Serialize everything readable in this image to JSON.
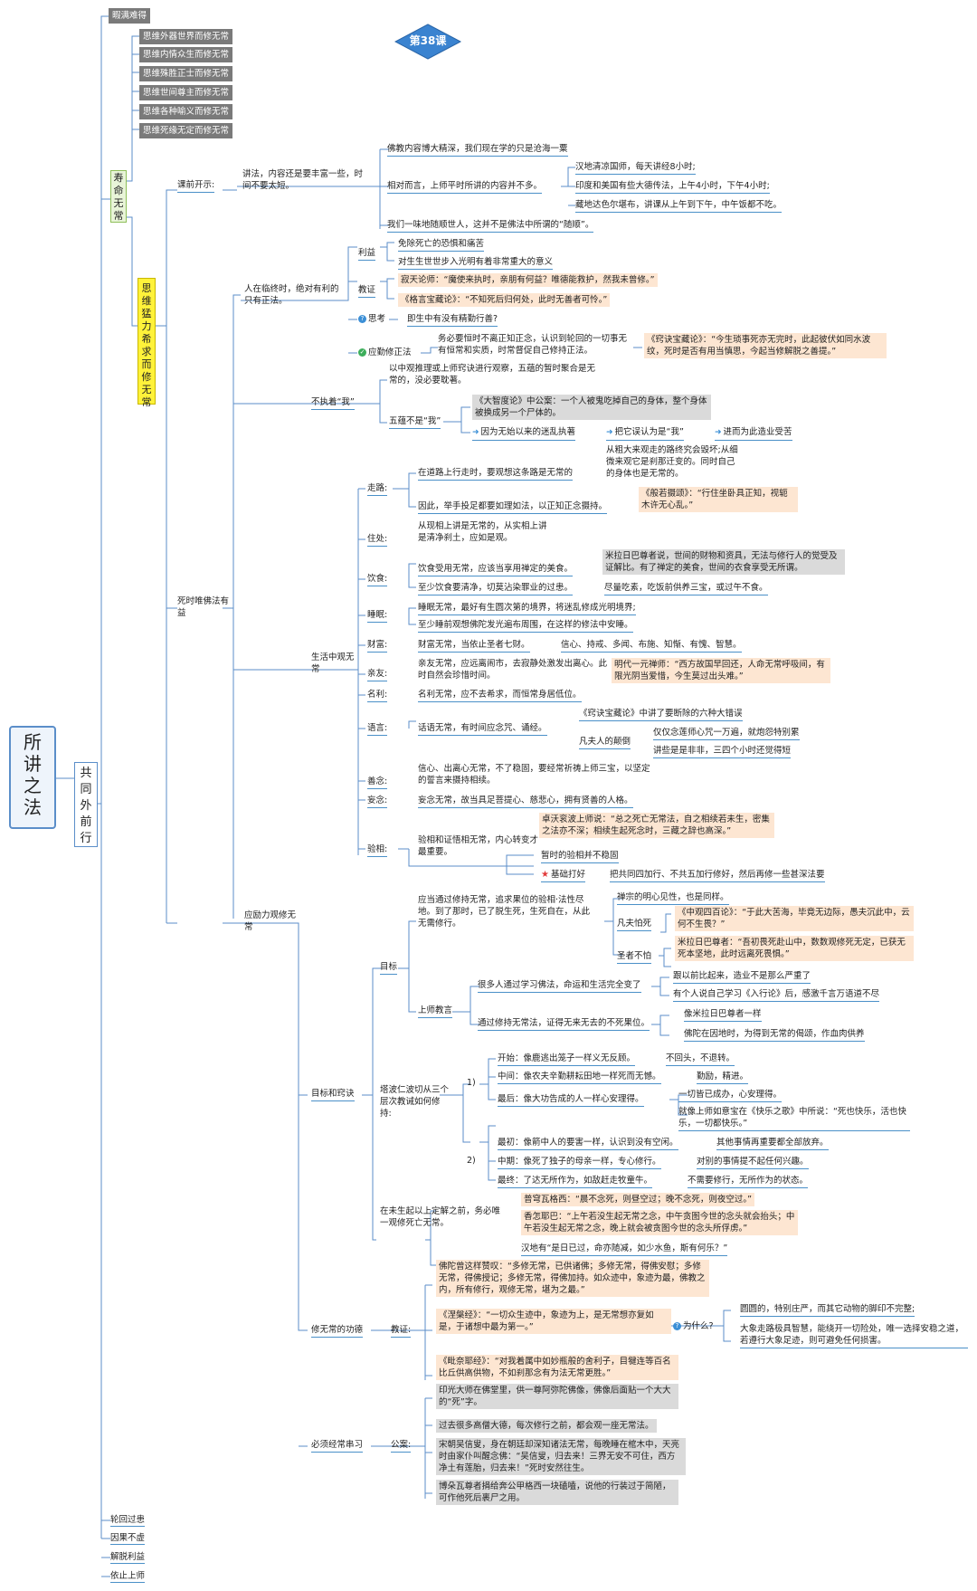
{
  "header": {
    "badge": "第38课",
    "top_tag": "暇满难得"
  },
  "root": {
    "title": "所讲之法",
    "level1": "共同外前行"
  },
  "branches": {
    "impermanence": "寿命无常",
    "contemplate": "思维猛力希求而修无常"
  },
  "dark_items": [
    "思维外器世界而修无常",
    "思维内情众生而修无常",
    "思维殊胜正士而修无常",
    "思维世间尊主而修无常",
    "思维各种喻义而修无常",
    "思维死缘无定而修无常"
  ],
  "intro": {
    "label": "课前开示:",
    "sub": "讲法，内容还是要丰富一些，时间不要太短。",
    "a": "佛教内容博大精深，我们现在学的只是沧海一粟",
    "b": "相对而言，上师平时所讲的内容并不多。",
    "b1": "汉地清凉国师，每天讲经8小时;",
    "b2": "印度和美国有些大德传法，上午4小时，下午4小时;",
    "b3": "藏地达色尔堪布，讲课从上午到下午，中午饭都不吃。",
    "c": "我们一味地随顺世人，这并不是佛法中所谓的“随顺”。"
  },
  "dying": {
    "label": "人在临终时，绝对有利的只有正法。",
    "benefit": "利益",
    "b1": "免除死亡的恐惧和痛苦",
    "b2": "对生生世世步入光明有着非常重大的意义",
    "teach": "教证",
    "t1": "寂天论师：“魔使来执时，亲朋有何益？唯德能救护，然我未曾修。”",
    "t2": "《格言宝藏论》：“不知死后归何处，此时无善者可怜。”",
    "think": "思考",
    "think_q": "即生中有没有精勤行善?",
    "practice": "应勤修正法",
    "p1": "务必要恒时不离正知正念，认识到轮回的一切事无有恒常和实质，时常督促自己修持正法。",
    "p2": "《窍诀宝藏论》：“今生琐事死亦无完时，此起彼伏如同水波纹，死时是否有用当慎思，今起当修解脱之善提。”"
  },
  "death_benefit": "死时唯佛法有益",
  "noattach": {
    "label": "不执着“我”",
    "a": "以中观推理或上师窍诀进行观察，五蕴的暂时聚合是无常的，没必要耽著。",
    "wuyun": "五蕴不是“我”",
    "quote": "《大智度论》中公案：一个人被鬼吃掉自己的身体，整个身体被换成另一个尸体的。",
    "s1": "因为无始以来的迷乱执著",
    "s2": "把它误认为是“我”",
    "s3": "进而为此造业受苦"
  },
  "life": {
    "label": "生活中观无常",
    "walk": "走路:",
    "walk1": "在道路上行走时，要观想这条路是无常的",
    "walk1a": "从粗大来观走的路终究会毁坏;从细微来观它是刹那迁变的。同时自己的身体也是无常的。",
    "walk2": "因此，举手投足都要如理如法，以正知正念摄持。",
    "walk2q": "《般若摄颂》：“行住坐卧具正知，视轭木许无心乱。”",
    "stay": "住处:",
    "stay1": "从现相上讲是无常的，从实相上讲是清净刹土，应如是观。",
    "food": "饮食:",
    "food1": "饮食受用无常，应该当享用禅定的美食。",
    "food1q": "米拉日巴尊者说，世间的财物和资具，无法与修行人的觉受及证解比。有了禅定的美食，世间的衣食享受无所谓。",
    "food2": "至少饮食要清净，切莫沾染罪业的过患。",
    "food2a": "尽量吃素，吃饭前供养三宝，或过午不食。",
    "sleep": "睡眠:",
    "sleep1": "睡眠无常，最好有生圆次第的境界，将迷乱修成光明境界;",
    "sleep2": "至少睡前观想佛陀发光遍布周围，在这样的修法中安睡。",
    "wealth": "财富:",
    "wealth1": "财富无常，当依止圣者七财。",
    "wealth2": "信心、持戒、多闻、布施、知惭、有愧、智慧。",
    "kin": "亲友:",
    "kin1": "亲友无常，应远离闹市，去寂静处激发出离心。此时自然会珍惜时间。",
    "kin1q": "明代一元禅师：“西方故国早回还，人命无常呼吸间，有限光阴当爱惜，今生莫过出头难。”",
    "fame": "名利:",
    "fame1": "名利无常，应不去希求，而恒常身居低位。",
    "speech": "语言:",
    "speech1": "话语无常，有时间应念咒、诵经。",
    "speech2": "《窍诀宝藏论》中讲了要断除的六种大错误",
    "speech3": "凡夫人的颠倒",
    "speech3a": "仅仅念莲师心咒一万遍，就炮怨特别累",
    "speech3b": "讲些是是非非，三四个小时还觉得短",
    "good": "善念:",
    "good1": "信心、出离心无常，不了稳固，要经常祈祷上师三宝，以坚定的誓言来摄持相续。",
    "wrong": "妄念:",
    "wrong1": "妄念无常，故当具足菩提心、慈悲心，拥有贤善的人格。",
    "verify": "验相:",
    "verify1": "验相和证悟相无常，内心转变才最重要。",
    "verify1q": "卓沃衮波上师说：“总之死亡无常法，自之相续若未生，密集之法亦不深；相续生起死念时，三藏之辞也高深。”",
    "verify2": "暂时的验相并不稳固",
    "verify3": "基础打好",
    "verify3a": "把共同四加行、不共五加行修好，然后再修一些甚深法要"
  },
  "exhort": "应励力观修无常",
  "goal": {
    "label": "目标和窍诀",
    "target": "目标",
    "t1": "应当通过修持无常，追求果位的验相·法性尽地。到了那时，已了脱生死，生死自在，从此无需修行。",
    "t1a": "禅宗的明心见性，也是同样。",
    "ordinary": "凡夫怕死",
    "ordinaryq": "《中观四百论》：“于此大苦海，毕竟无边际，愚夫沉此中，云何不生畏？”",
    "saint": "圣者不怕",
    "saintq": "米拉日巴尊者：“吾初畏死赴山中，数数观修死无定，已获无死本坚地，此时远离死畏惧。”",
    "lama": "上师教言",
    "lama1": "很多人通过学习佛法，命运和生活完全变了",
    "lama1a": "跟以前比起来，造业不是那么严重了",
    "lama1b": "有个人说自己学习《入行论》后，感激千言万语道不尽",
    "lama2": "通过修持无常法，证得无来无去的不死果位。",
    "lama2a": "像米拉日巴尊者一样",
    "lama2b": "佛陀在因地时，为得到无常的偈颂，作血肉供养",
    "tapo": "塔波仁波切从三个层次教诫如何修持:",
    "one": "1)",
    "o1": "开始：像鹿逃出笼子一样义无反顾。",
    "o1a": "不回头，不退转。",
    "o2": "中间：像农夫辛勤耕耘田地一样死而无憾。",
    "o2a": "勤励，精进。",
    "o3": "最后：像大功告成的人一样心安理得。",
    "o3a": "一切皆已成办，心安理得。",
    "o3b": "就像上师如意宝在《快乐之歌》中所说：“死也快乐，活也快乐，一切都快乐。”",
    "two": "2)",
    "w1": "最初：像箭中人的要害一样，认识到没有空闲。",
    "w1a": "其他事情再重要都全部放弃。",
    "w2": "中期：像死了独子的母亲一样，专心修行。",
    "w2a": "对别的事情提不起任何兴趣。",
    "w3": "最终：了达无所作为，如敌赶走牧童牛。",
    "w3a": "不需要修行，无所作为的状态。",
    "before": "在未生起以上定解之前，务必唯一观修死亡无常。",
    "b1": "普穹瓦格西：“晨不念死，则昼空过；晚不念死，则夜空过。”",
    "b2": "香怎耶巴：“上午若没生起无常之念，中午贪图今世的念头就会抬头；中午若没生起无常之念，晚上就会被贪图今世的念头所俘虏。”",
    "b3": "汉地有“是日已过，命亦随减，如少水鱼，斯有何乐？”"
  },
  "merit": {
    "label": "修无常的功德",
    "teach": "教证:",
    "q1": "佛陀曾这样赞叹：“多修无常，已供诸佛；多修无常，得佛安慰；多修无常，得佛授记；多修无常，得佛加持。如众迹中，象迹为最，佛教之内，所有修行，观修无常，堪为之最。”",
    "q2": "《涅槃经》：“一切众生迹中，象迹为上，是无常想亦复如是，于诸想中最为第一。”",
    "why": "为什么?",
    "why1": "圆圆的，特别庄严，而其它动物的脚印不完整;",
    "why2": "大象走路极具智慧，能绕开一切险处，唯一选择安稳之道，若遵行大象足迹，则可避免任何损害。",
    "q3": "《毗奈耶经》：“对我着属中如妙瓶般的舍利子，目犍连等百名比丘供高供物，不如刹那念有为法无常更胜。”"
  },
  "cases": {
    "label": "必须经常串习",
    "case": "公案:",
    "c1": "印光大师在佛堂里，供一尊阿弥陀佛像，佛像后面贴一个大大的“死”字。",
    "c2": "过去很多高僧大德，每次修行之前，都会观一座无常法。",
    "c3": "宋朝吴信叟，身在朝廷却深知诸法无常，每晚睡在棺木中，天亮时由家仆叫醒念佛：“吴信叟，归去来！三界无安不可住，西方净土有莲胎，归去来！”死时安然往生。",
    "c4": "博朵瓦尊者捐给奔公甲格西一块磕嗑，说他的行装过于简陋，可作他死后裹尸之用。"
  },
  "bottom": [
    "轮回过患",
    "因果不虚",
    "解脱利益",
    "依止上师"
  ]
}
